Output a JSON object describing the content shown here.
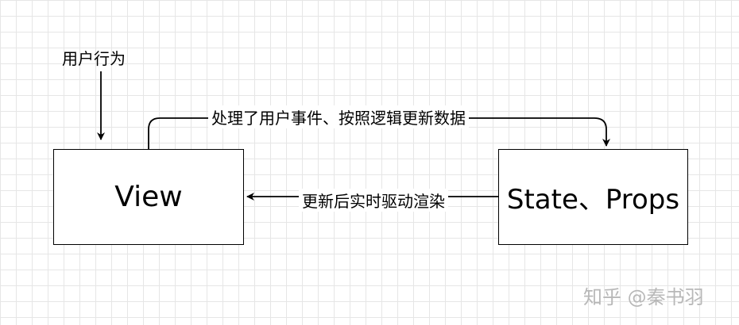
{
  "diagram": {
    "nodes": {
      "view": "View",
      "state_props": "State、Props"
    },
    "labels": {
      "user_action": "用户行为",
      "handle_event": "处理了用户事件、按照逻辑更新数据",
      "update_render": "更新后实时驱动渲染"
    },
    "edges": [
      {
        "from": "user_action",
        "to": "view"
      },
      {
        "from": "view",
        "to": "state_props",
        "label": "handle_event"
      },
      {
        "from": "state_props",
        "to": "view",
        "label": "update_render"
      }
    ]
  },
  "watermark": "知乎 @秦书羽"
}
